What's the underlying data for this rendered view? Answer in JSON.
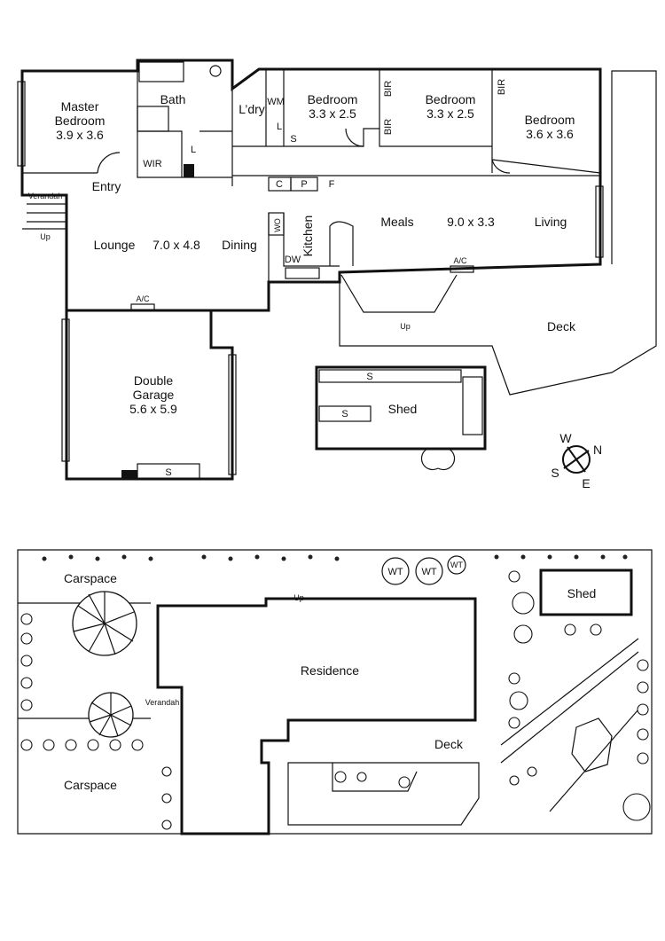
{
  "floor_plan": {
    "master_bedroom": {
      "name": "Master\nBedroom",
      "size": "3.9 x 3.6"
    },
    "bath": "Bath",
    "wir": "WIR",
    "entry": "Entry",
    "verandah": "Verandah",
    "up": "Up",
    "laundry": "L’dry",
    "wm": "WM",
    "l": "L",
    "s": "S",
    "bedroom2": {
      "name": "Bedroom",
      "size": "3.3 x 2.5"
    },
    "bedroom3": {
      "name": "Bedroom",
      "size": "3.3 x 2.5"
    },
    "bedroom4": {
      "name": "Bedroom",
      "size": "3.6 x 3.6"
    },
    "bir": "BIR",
    "c": "C",
    "p": "P",
    "f": "F",
    "wo": "WO",
    "kitchen": "Kitchen",
    "dw": "DW",
    "lounge": "Lounge",
    "lounge_size": "7.0 x 4.8",
    "dining": "Dining",
    "meals": "Meals",
    "meals_size": "9.0 x 3.3",
    "living": "Living",
    "ac": "A/C",
    "deck": "Deck",
    "garage": {
      "name": "Double\nGarage",
      "size": "5.6 x 5.9"
    },
    "shed": "Shed",
    "compass": {
      "w": "W",
      "n": "N",
      "s": "S",
      "e": "E"
    }
  },
  "site_plan": {
    "carspace_top": "Carspace",
    "carspace_bottom": "Carspace",
    "residence": "Residence",
    "deck": "Deck",
    "shed": "Shed",
    "verandah": "Verandah",
    "up": "Up",
    "wt": "WT"
  }
}
